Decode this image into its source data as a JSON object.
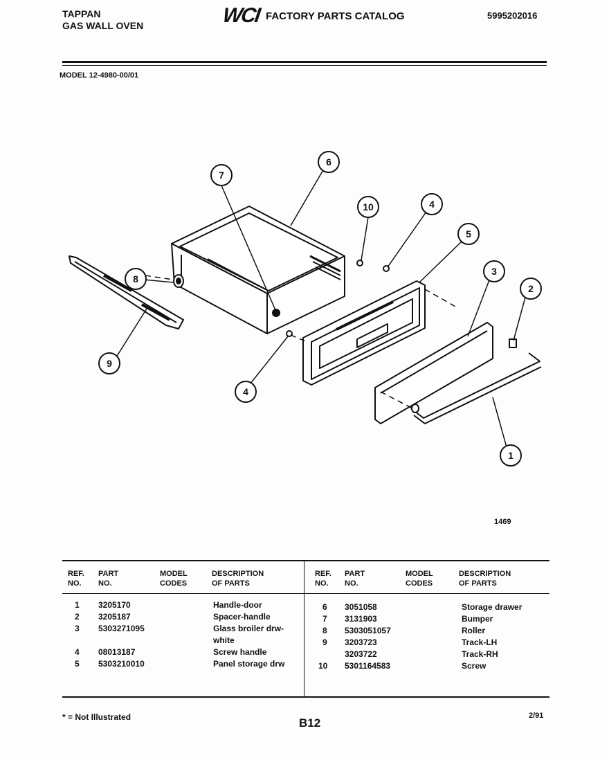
{
  "header": {
    "brand": "TAPPAN",
    "product": "GAS WALL OVEN",
    "logo": "WCI",
    "catalog_title": "FACTORY PARTS CATALOG",
    "catalog_number": "5995202016"
  },
  "model": "MODEL 12-4980-00/01",
  "figure_number": "1469",
  "callouts": [
    "7",
    "6",
    "10",
    "4",
    "5",
    "3",
    "2",
    "8",
    "9",
    "4",
    "1"
  ],
  "table": {
    "headers": {
      "ref": [
        "REF.",
        "NO."
      ],
      "part": [
        "PART",
        "NO."
      ],
      "model": [
        "MODEL",
        "CODES"
      ],
      "desc": [
        "DESCRIPTION",
        "OF PARTS"
      ]
    },
    "left_rows": [
      {
        "ref": "1",
        "part": "3205170",
        "codes": "",
        "desc": "Handle-door"
      },
      {
        "ref": "2",
        "part": "3205187",
        "codes": "",
        "desc": "Spacer-handle"
      },
      {
        "ref": "3",
        "part": "5303271095",
        "codes": "",
        "desc": "Glass broiler drw-"
      },
      {
        "ref": "",
        "part": "",
        "codes": "",
        "desc": "white"
      },
      {
        "ref": "4",
        "part": "08013187",
        "codes": "",
        "desc": "Screw handle"
      },
      {
        "ref": "5",
        "part": "5303210010",
        "codes": "",
        "desc": "Panel storage drw"
      }
    ],
    "right_rows": [
      {
        "ref": "6",
        "part": "3051058",
        "codes": "",
        "desc": "Storage drawer"
      },
      {
        "ref": "7",
        "part": "3131903",
        "codes": "",
        "desc": "Bumper"
      },
      {
        "ref": "8",
        "part": "5303051057",
        "codes": "",
        "desc": "Roller"
      },
      {
        "ref": "9",
        "part": "3203723",
        "codes": "",
        "desc": "Track-LH"
      },
      {
        "ref": "",
        "part": "3203722",
        "codes": "",
        "desc": "Track-RH"
      },
      {
        "ref": "10",
        "part": "5301164583",
        "codes": "",
        "desc": "Screw"
      }
    ]
  },
  "footer": {
    "note": "* = Not Illustrated",
    "page": "B12",
    "date": "2/91"
  }
}
